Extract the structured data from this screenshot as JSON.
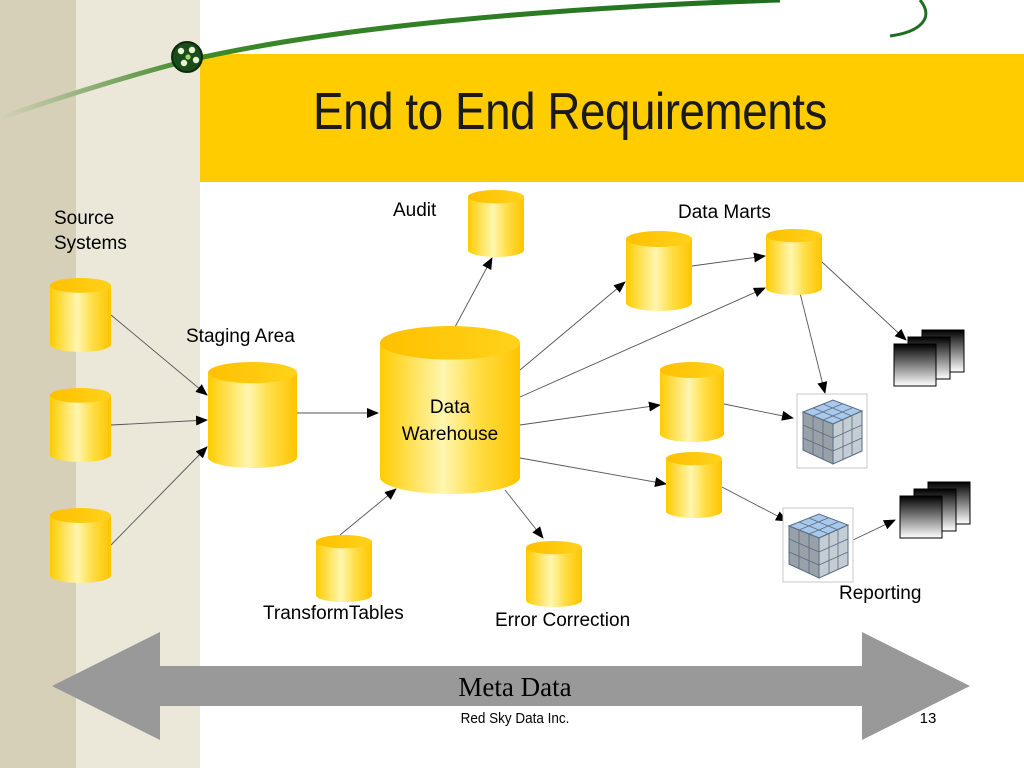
{
  "slide": {
    "title": "End to End Requirements",
    "page_number": "13",
    "company": "Red Sky Data Inc."
  },
  "labels": {
    "source_line1": "Source",
    "source_line2": "Systems",
    "staging": "Staging Area",
    "audit": "Audit",
    "data_marts": "Data Marts",
    "warehouse_line1": "Data",
    "warehouse_line2": "Warehouse",
    "transform_tables": "TransformTables",
    "error_correction": "Error Correction",
    "reporting": "Reporting",
    "meta_data": "Meta Data"
  },
  "colors": {
    "title_band": "#ffcc00",
    "cylinder_gold": "#ffcc00",
    "cylinder_light": "#fff3a0",
    "swoosh_green": "#1f7a1f",
    "arrow_gray": "#999999",
    "sidebar_dark": "#d6d0b8",
    "sidebar_light": "#ebe7d9"
  },
  "icons": {
    "logo": "green-globe-icon",
    "report": "report-stack-icon",
    "cube": "olap-cube-icon"
  }
}
